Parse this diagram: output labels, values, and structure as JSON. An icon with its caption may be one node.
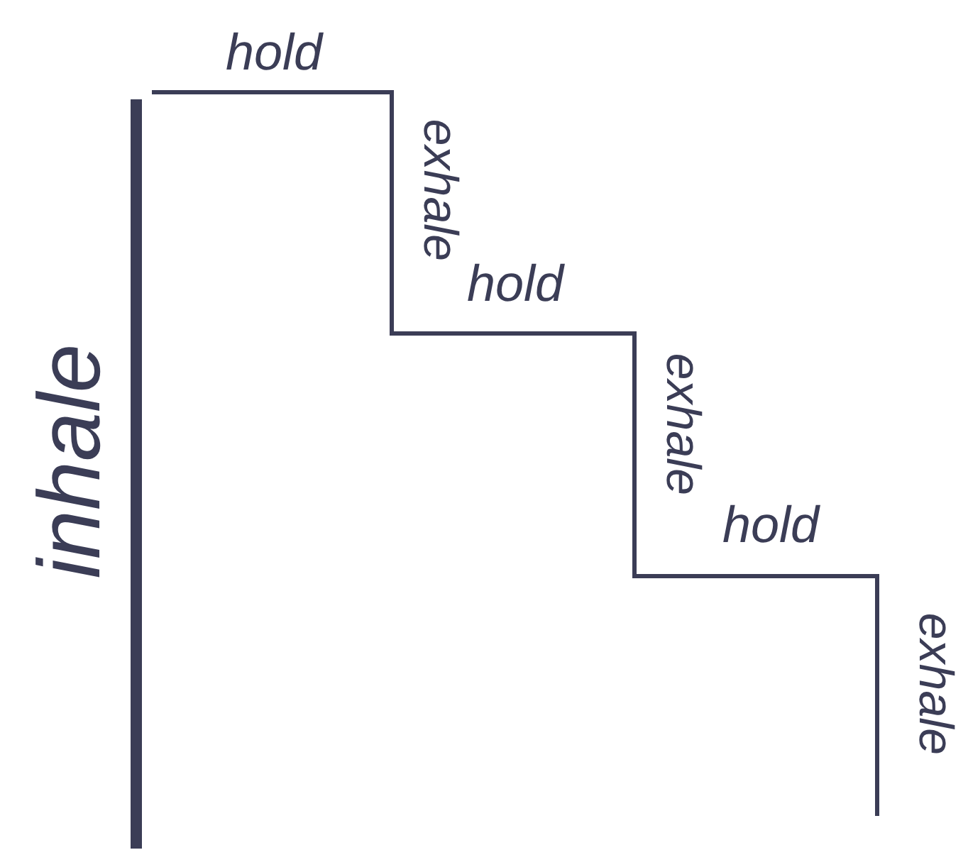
{
  "diagram": {
    "labels": [
      "inhale",
      "hold",
      "exhale",
      "hold",
      "exhale",
      "hold",
      "exhale"
    ]
  }
}
